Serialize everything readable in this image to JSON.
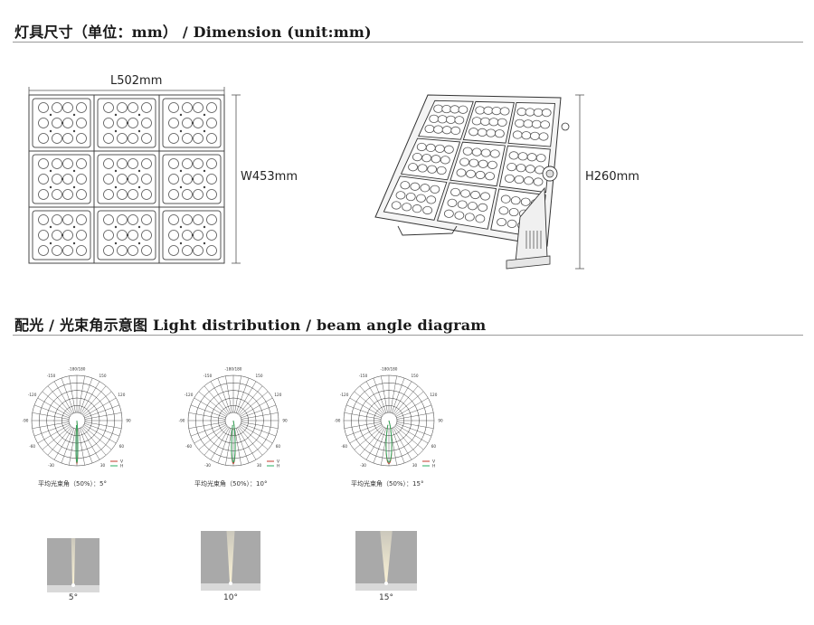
{
  "dimension_section": {
    "title": "灯具尺寸（单位：mm） / Dimension (unit:mm)"
  },
  "front_view": {
    "length_label": "L502mm",
    "width_label": "W453mm"
  },
  "side_view": {
    "height_label": "H260mm"
  },
  "light_section": {
    "title": "配光 / 光束角示意图  Light distribution / beam angle diagram"
  },
  "polar_diagrams": [
    {
      "caption": "平均光束角（50%）：5°",
      "beam_angle": 5
    },
    {
      "caption": "平均光束角（50%）：10°",
      "beam_angle": 10
    },
    {
      "caption": "平均光束角（50%）：15°",
      "beam_angle": 15
    }
  ],
  "polar_tick_labels": [
    "-150",
    "-180/180",
    "150",
    "-120",
    "120",
    "-90",
    "90",
    "-60",
    "60",
    "-30",
    "30"
  ],
  "polar_legend": [
    "V",
    "H"
  ],
  "beam_previews": [
    {
      "label": "5°",
      "beam_angle": 5
    },
    {
      "label": "10°",
      "beam_angle": 10
    },
    {
      "label": "15°",
      "beam_angle": 15
    }
  ],
  "colors": {
    "curve_v": "#c0392b",
    "curve_h": "#27ae60",
    "rule": "#9a9a9a",
    "beam_bg": "#a9a9a9"
  }
}
